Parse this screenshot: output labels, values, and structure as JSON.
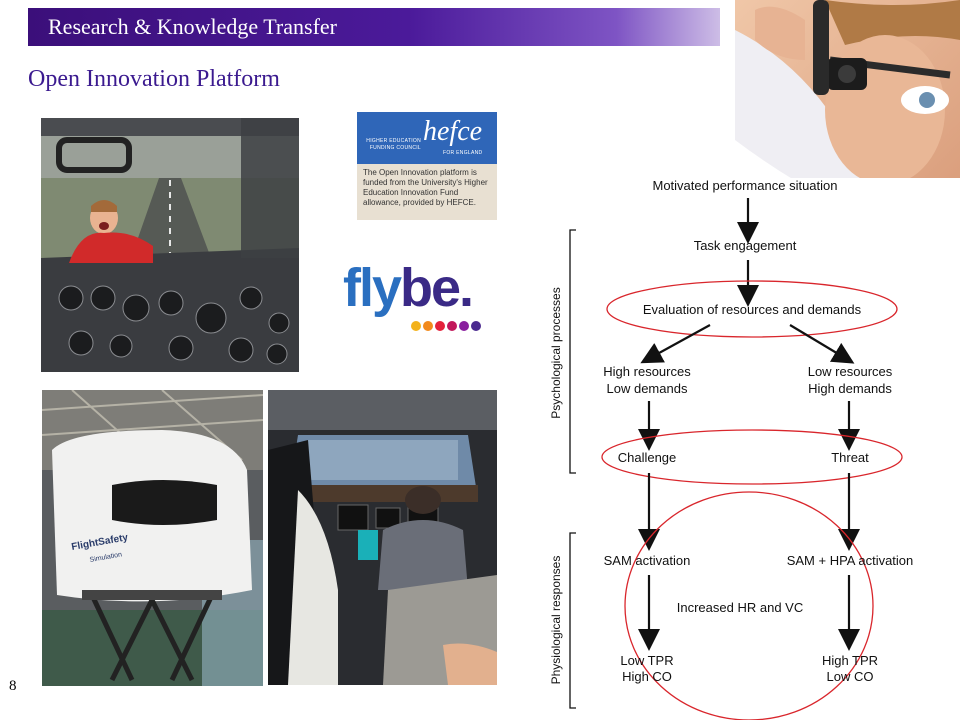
{
  "header": {
    "title": "Research & Knowledge Transfer"
  },
  "subtitle": "Open Innovation Platform",
  "hefce": {
    "small_line1": "HIGHER EDUCATION",
    "small_line2": "FUNDING COUNCIL",
    "logo": "hefce",
    "side": "FOR ENGLAND",
    "text": "The Open Innovation platform is funded from the University's Higher Education Innovation Fund allowance, provided by HEFCE."
  },
  "flybe": {
    "fly": "fly",
    "be": "be.",
    "dot_colors": [
      "#f3b21b",
      "#f28a1c",
      "#e4213b",
      "#c2185b",
      "#8a1f9e",
      "#4b2a8f"
    ]
  },
  "simulator": {
    "brand1": "FlightSafety",
    "brand2": "Simulation"
  },
  "slide_number": "8",
  "diagram": {
    "top": "Motivated performance situation",
    "task": "Task engagement",
    "evaluation": "Evaluation of resources and demands",
    "left_branch": [
      "High resources",
      "Low demands"
    ],
    "right_branch": [
      "Low resources",
      "High demands"
    ],
    "challenge": "Challenge",
    "threat": "Threat",
    "sam": "SAM activation",
    "sam_hpa": "SAM + HPA activation",
    "increased": "Increased HR and VC",
    "left_outcome": [
      "Low TPR",
      "High CO"
    ],
    "right_outcome": [
      "High TPR",
      "Low CO"
    ],
    "side_label_psych": "Psychological processes",
    "side_label_phys": "Physiological responses",
    "highlight_color": "#d9262c"
  }
}
